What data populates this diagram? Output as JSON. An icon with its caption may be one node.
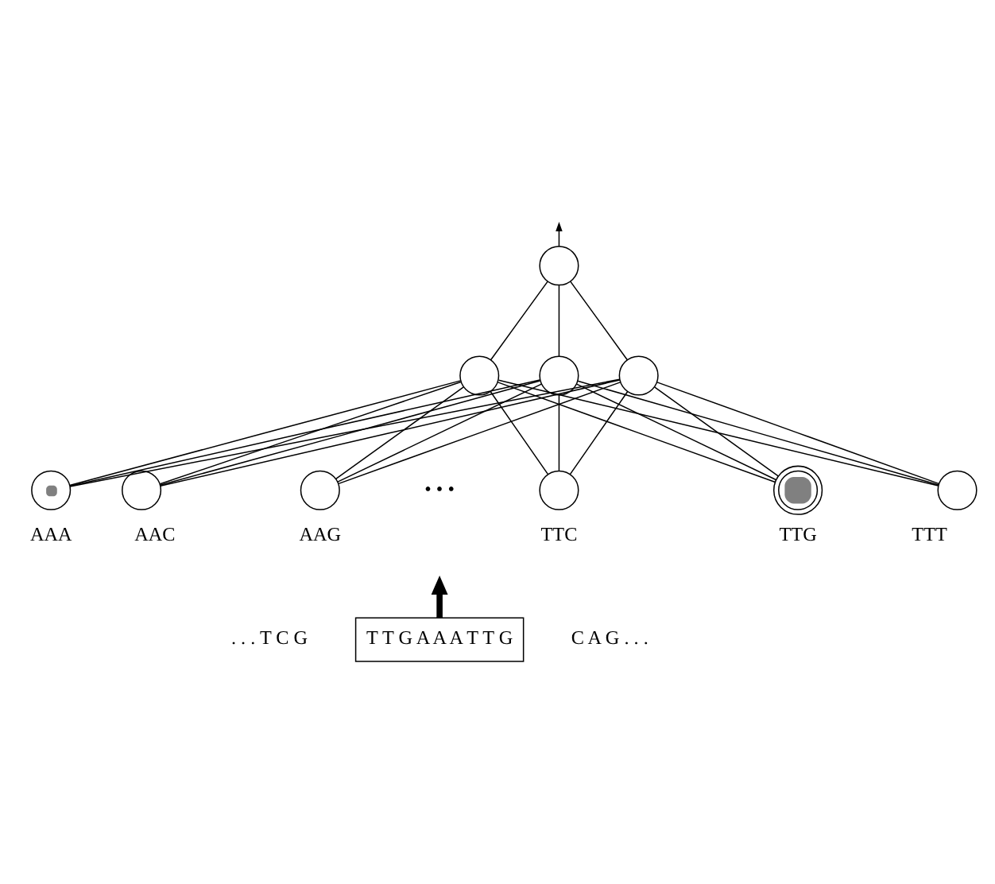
{
  "diagram": {
    "nodes": [
      {
        "text": [],
        "shape": "circle"
      },
      {
        "text": [],
        "shape": "circle"
      },
      {
        "text": [],
        "shape": "circle"
      },
      {
        "text": [],
        "shape": "circle"
      },
      {
        "text": [],
        "shape": "circle",
        "beside": [
          "AAA"
        ]
      },
      {
        "text": [],
        "shape": "circle",
        "beside": [
          "AAC"
        ]
      },
      {
        "text": [],
        "shape": "circle",
        "beside": [
          "AAG"
        ]
      },
      {
        "text": [],
        "shape": "circle",
        "beside": [
          "TTC"
        ]
      },
      {
        "text": [],
        "shape": "circle",
        "beside": [
          "TTG"
        ]
      },
      {
        "text": [],
        "shape": "circle",
        "beside": [
          "TTT"
        ]
      },
      {
        "text": [
          "T T G A A A T T G"
        ]
      }
    ],
    "edges": [
      {
        "from": 0,
        "to": null,
        "arrow": "to"
      },
      {
        "from": 0,
        "to": 1,
        "arrow": "none"
      },
      {
        "from": 0,
        "to": 2,
        "arrow": "none"
      },
      {
        "from": 0,
        "to": 3,
        "arrow": "none"
      },
      {
        "from": 1,
        "to": 4,
        "arrow": "none"
      },
      {
        "from": 1,
        "to": 5,
        "arrow": "none"
      },
      {
        "from": 1,
        "to": 6,
        "arrow": "none"
      },
      {
        "from": 1,
        "to": 7,
        "arrow": "none"
      },
      {
        "from": 1,
        "to": 8,
        "arrow": "none"
      },
      {
        "from": 1,
        "to": 9,
        "arrow": "none"
      },
      {
        "from": 2,
        "to": 4,
        "arrow": "none"
      },
      {
        "from": 2,
        "to": 5,
        "arrow": "none"
      },
      {
        "from": 2,
        "to": 6,
        "arrow": "none"
      },
      {
        "from": 2,
        "to": 7,
        "arrow": "none"
      },
      {
        "from": 2,
        "to": 8,
        "arrow": "none"
      },
      {
        "from": 2,
        "to": 9,
        "arrow": "none"
      },
      {
        "from": 3,
        "to": 4,
        "arrow": "none"
      },
      {
        "from": 3,
        "to": 5,
        "arrow": "none"
      },
      {
        "from": 3,
        "to": 6,
        "arrow": "none"
      },
      {
        "from": 3,
        "to": 7,
        "arrow": "none"
      },
      {
        "from": 3,
        "to": 8,
        "arrow": "none"
      },
      {
        "from": 3,
        "to": 9,
        "arrow": "none"
      },
      {
        "from": 10,
        "to": null,
        "arrow": "to",
        "style": "thick"
      }
    ],
    "labels": [
      "• • •",
      ". . . T C G",
      "C A G . . ."
    ]
  }
}
